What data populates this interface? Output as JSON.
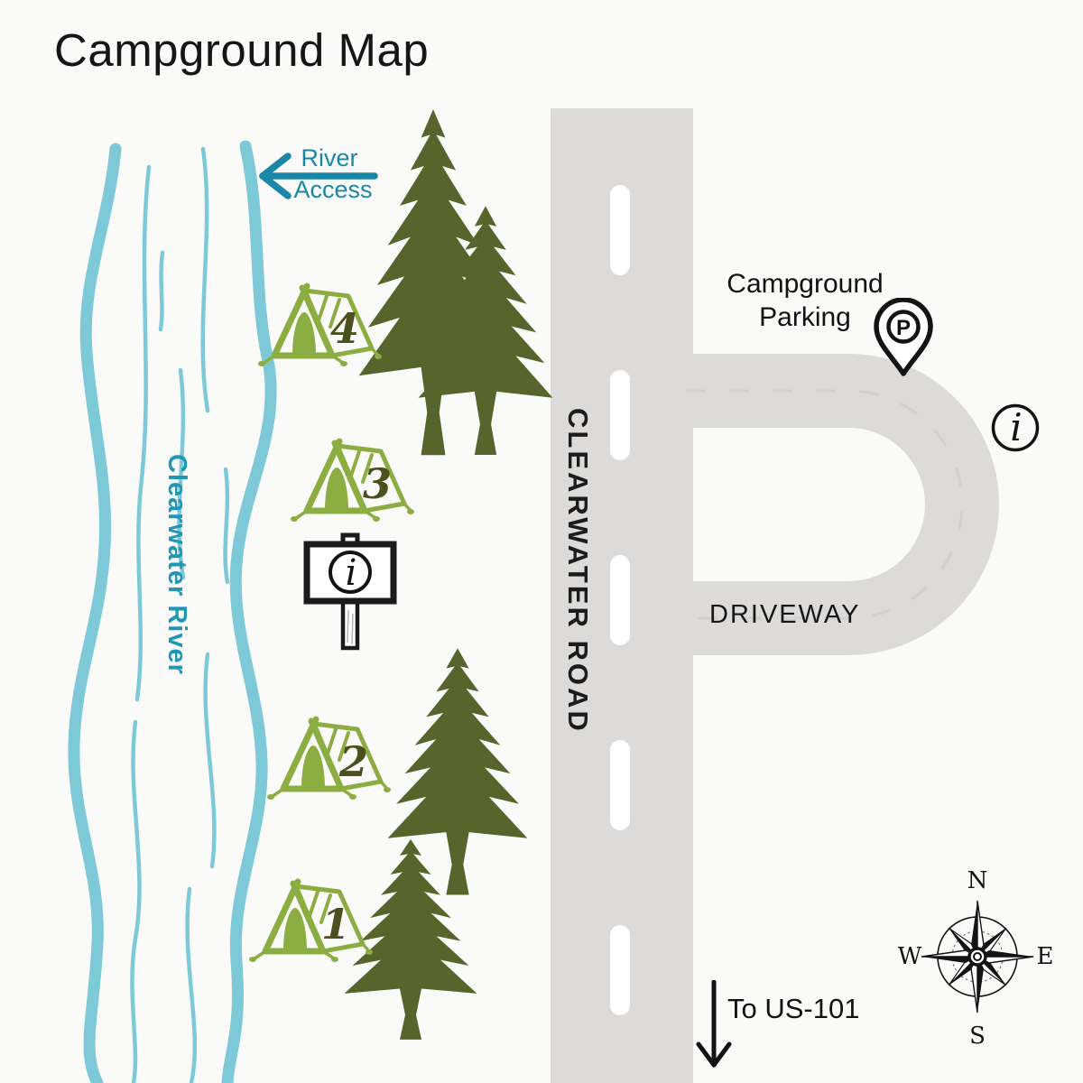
{
  "title": "Campground Map",
  "colors": {
    "background": "#fafaf8",
    "road": "#dcdbd9",
    "river": "#7ec9d8",
    "river_text": "#2196b5",
    "access_text": "#1b87a8",
    "tree": "#57642b",
    "tent": "#8cad42",
    "tent_number": "#4c501f",
    "ink": "#131313"
  },
  "river": {
    "name": "Clearwater River",
    "access_line1": "River",
    "access_line2": "Access"
  },
  "road": {
    "name": "CLEARWATER ROAD"
  },
  "driveway": {
    "label": "DRIVEWAY"
  },
  "parking": {
    "label_line1": "Campground",
    "label_line2": "Parking",
    "pin_letter": "P"
  },
  "info_sign": {
    "symbol": "i"
  },
  "info_point": {
    "symbol": "i"
  },
  "exit": {
    "label": "To US-101"
  },
  "compass": {
    "north": "N",
    "south": "S",
    "east": "E",
    "west": "W"
  },
  "campsites": [
    {
      "number": "1"
    },
    {
      "number": "2"
    },
    {
      "number": "3"
    },
    {
      "number": "4"
    }
  ]
}
